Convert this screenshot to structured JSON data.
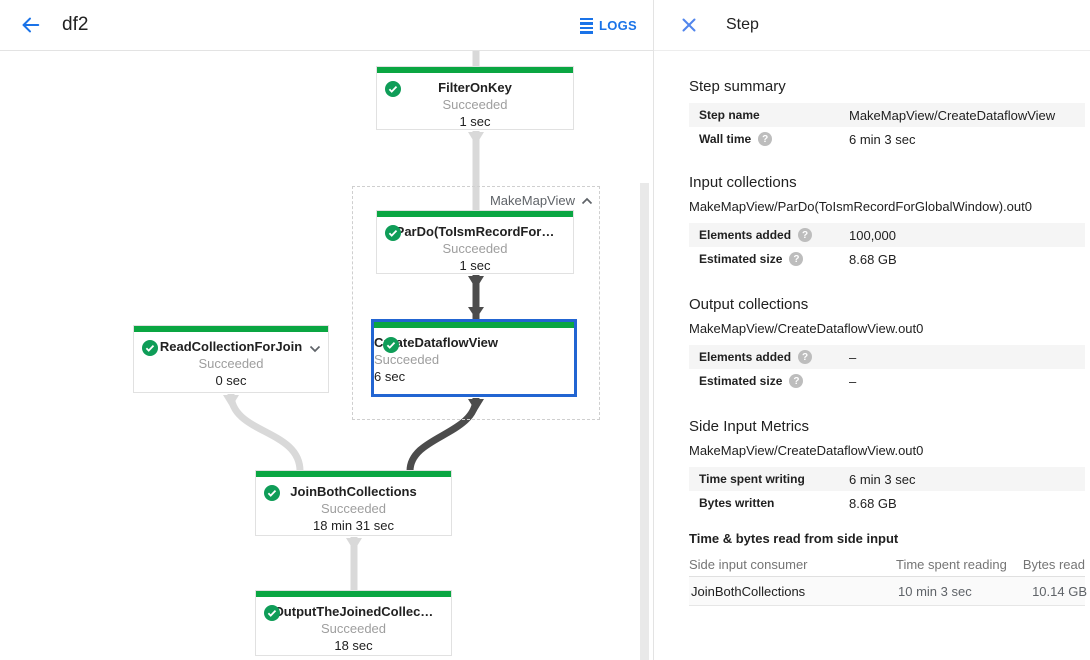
{
  "topbar": {
    "title": "df2",
    "logs_label": "LOGS"
  },
  "graph": {
    "group_label": "MakeMapView",
    "nodes": {
      "filter": {
        "title": "FilterOnKey",
        "status": "Succeeded",
        "time": "1 sec"
      },
      "pardo": {
        "title": "ParDo(ToIsmRecordFor…",
        "status": "Succeeded",
        "time": "1 sec"
      },
      "read": {
        "title": "ReadCollectionForJoin",
        "status": "Succeeded",
        "time": "0 sec"
      },
      "create": {
        "title": "CreateDataflowView",
        "status": "Succeeded",
        "time": "6 sec"
      },
      "join": {
        "title": "JoinBothCollections",
        "status": "Succeeded",
        "time": "18 min 31 sec"
      },
      "output": {
        "title": "OutputTheJoinedCollec…",
        "status": "Succeeded",
        "time": "18 sec"
      }
    }
  },
  "panel": {
    "title": "Step",
    "step_summary": {
      "heading": "Step summary",
      "rows": [
        {
          "label": "Step name",
          "value": "MakeMapView/CreateDataflowView"
        },
        {
          "label": "Wall time",
          "value": "6 min 3 sec"
        }
      ]
    },
    "input_collections": {
      "heading": "Input collections",
      "subtitle": "MakeMapView/ParDo(ToIsmRecordForGlobalWindow).out0",
      "rows": [
        {
          "label": "Elements added",
          "value": "100,000"
        },
        {
          "label": "Estimated size",
          "value": "8.68 GB"
        }
      ]
    },
    "output_collections": {
      "heading": "Output collections",
      "subtitle": "MakeMapView/CreateDataflowView.out0",
      "rows": [
        {
          "label": "Elements added",
          "value": "–"
        },
        {
          "label": "Estimated size",
          "value": "–"
        }
      ]
    },
    "side_input_metrics": {
      "heading": "Side Input Metrics",
      "subtitle": "MakeMapView/CreateDataflowView.out0",
      "rows": [
        {
          "label": "Time spent writing",
          "value": "6 min 3 sec"
        },
        {
          "label": "Bytes written",
          "value": "8.68 GB"
        }
      ]
    },
    "side_input_table": {
      "heading": "Time & bytes read from side input",
      "columns": [
        "Side input consumer",
        "Time spent reading",
        "Bytes read"
      ],
      "rows": [
        {
          "consumer": "JoinBothCollections",
          "time": "10 min 3 sec",
          "bytes": "10.14 GB"
        }
      ]
    }
  },
  "icons": {
    "help": "?"
  },
  "colors": {
    "accent_blue": "#1a73e8",
    "success_green": "#0aa642",
    "selected_border": "#2265d2"
  }
}
